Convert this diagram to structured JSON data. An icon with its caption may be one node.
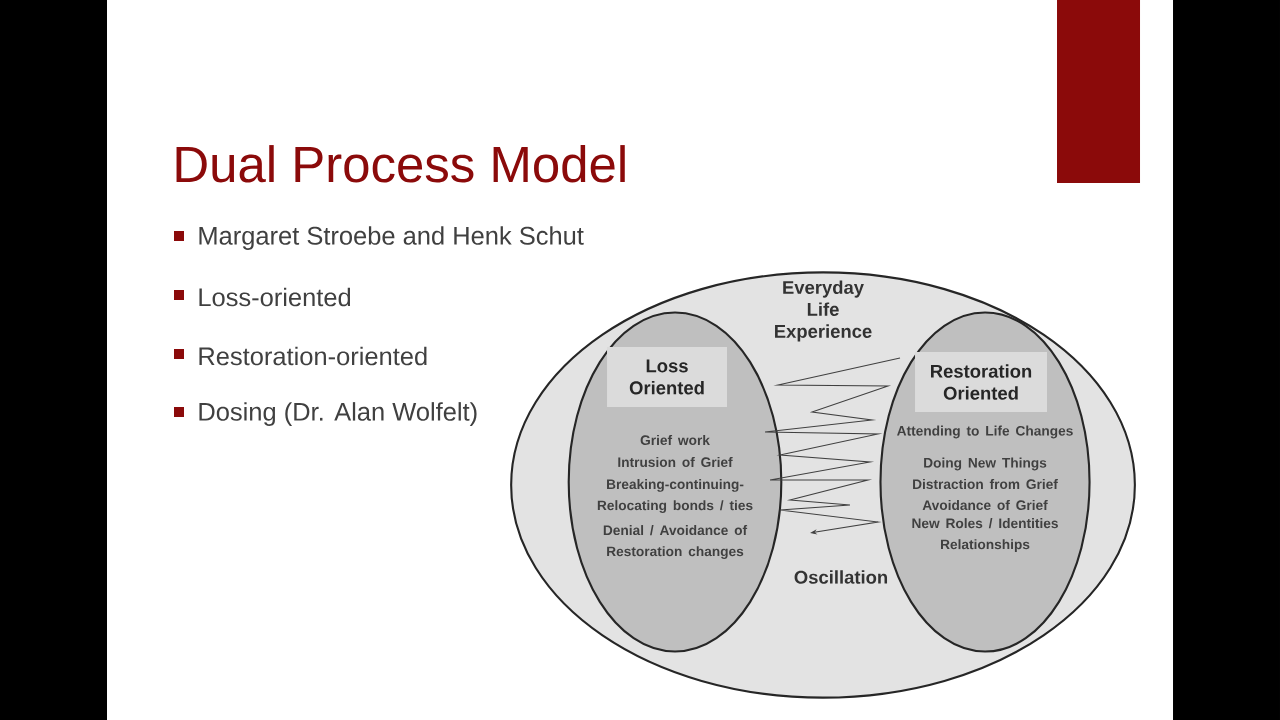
{
  "diagram": {
    "title": "Dual Process Model",
    "nodes": [
      {
        "text": [
          "Everyday Life Experience",
          "Oscillation"
        ]
      },
      {
        "text": [
          "Loss Oriented",
          "Grief work",
          "Intrusion of Grief",
          "Breaking-continuing- Relocating bonds / ties",
          "Denial / Avoidance of Restoration changes"
        ],
        "in": 0
      },
      {
        "text": [
          "Restoration Oriented",
          "Attending to Life Changes",
          "Doing New Things",
          "Distraction from Grief",
          "Avoidance of Grief",
          "New Roles / Identities Relationships"
        ],
        "in": 0
      }
    ],
    "labels": [
      "Margaret Stroebe and Henk Schut",
      "Loss-oriented",
      "Restoration-oriented",
      "Dosing (Dr. Alan Wolfelt)"
    ]
  }
}
